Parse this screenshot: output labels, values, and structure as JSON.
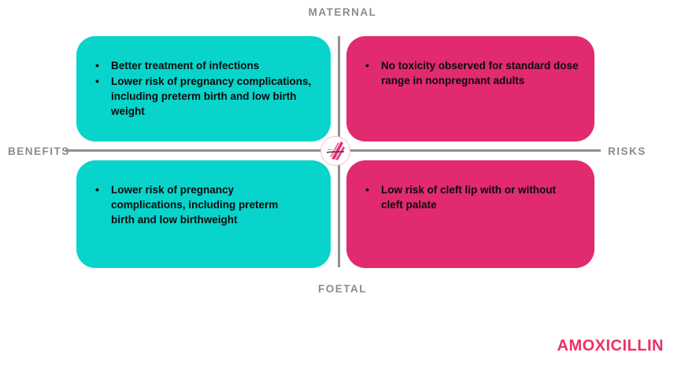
{
  "title": "AMOXICILLIN",
  "axes": {
    "top": "MATERNAL",
    "bottom": "FOETAL",
    "left": "BENEFITS",
    "right": "RISKS"
  },
  "quadrants": {
    "maternal_benefits": {
      "position": "top-left",
      "items": [
        "Better treatment of infections",
        "Lower risk of pregnancy complications, including preterm birth and low birth weight"
      ]
    },
    "maternal_risks": {
      "position": "top-right",
      "items": [
        "No toxicity observed for standard dose range in nonpregnant adults"
      ]
    },
    "foetal_benefits": {
      "position": "bottom-left",
      "items": [
        "Lower risk of pregnancy complications, including preterm birth and low birthweight"
      ]
    },
    "foetal_risks": {
      "position": "bottom-right",
      "items": [
        "Low risk of cleft lip with or without cleft palate"
      ]
    }
  },
  "icons": {
    "center_logo": "brand-logo-badge"
  },
  "colors": {
    "benefit_teal": "#08d4cc",
    "risk_pink": "#e12a70",
    "axis_gray": "#8f8f8f",
    "label_gray": "#8b8b8b",
    "title_pink": "#ed2f66",
    "bullet_text": "#0b0b0b"
  }
}
